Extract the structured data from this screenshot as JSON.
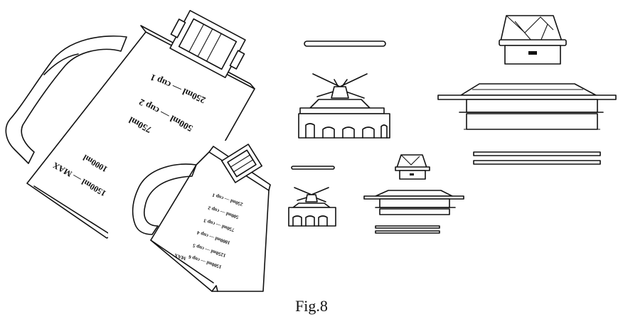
{
  "caption": "Fig.8",
  "large_jar_marks": [
    "250ml — cup 1",
    "500ml — cup 2",
    "750ml",
    "1000ml",
    "1500ml — MAX"
  ],
  "small_jar_marks": [
    "250ml — cup 1",
    "500ml — cup 2",
    "750ml — cup 3",
    "1000ml — cup 4",
    "1250ml — cup 5",
    "1500ml — cup 6",
    "MAX"
  ]
}
